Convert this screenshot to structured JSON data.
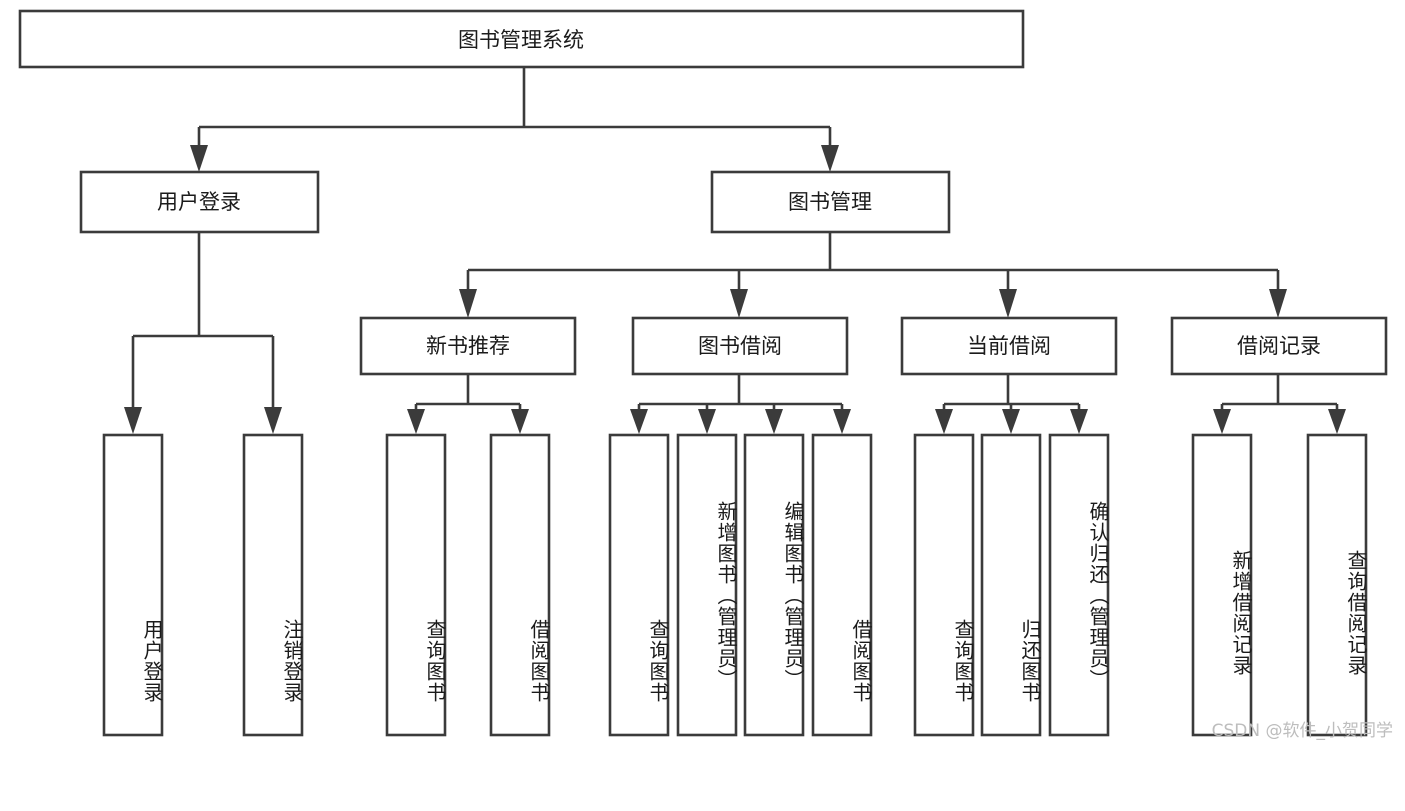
{
  "diagram": {
    "type": "tree",
    "title": "图书管理系统",
    "root": {
      "label": "图书管理系统",
      "level": 0
    },
    "level1": [
      {
        "label": "用户登录"
      },
      {
        "label": "图书管理"
      }
    ],
    "level2": [
      {
        "label": "新书推荐",
        "parent": "图书管理"
      },
      {
        "label": "图书借阅",
        "parent": "图书管理"
      },
      {
        "label": "当前借阅",
        "parent": "图书管理"
      },
      {
        "label": "借阅记录",
        "parent": "图书管理"
      }
    ],
    "leaves_user_login": [
      {
        "label": "用户登录"
      },
      {
        "label": "注销登录"
      }
    ],
    "leaves_new_book": [
      {
        "label": "查询图书"
      },
      {
        "label": "借阅图书"
      }
    ],
    "leaves_borrow": [
      {
        "label": "查询图书"
      },
      {
        "label": "新增图书（管理员）"
      },
      {
        "label": "编辑图书（管理员）"
      },
      {
        "label": "借阅图书"
      }
    ],
    "leaves_current": [
      {
        "label": "查询图书"
      },
      {
        "label": "归还图书"
      },
      {
        "label": "确认归还（管理员）"
      }
    ],
    "leaves_record": [
      {
        "label": "新增借阅记录"
      },
      {
        "label": "查询借阅记录"
      }
    ],
    "colors": {
      "box_stroke": "#3b3b3b",
      "box_fill": "#ffffff",
      "text": "#1b1b1b",
      "background": "#ffffff",
      "watermark": "#bdbdbd"
    }
  },
  "watermark": {
    "text": "CSDN @软件_小贺同学"
  }
}
